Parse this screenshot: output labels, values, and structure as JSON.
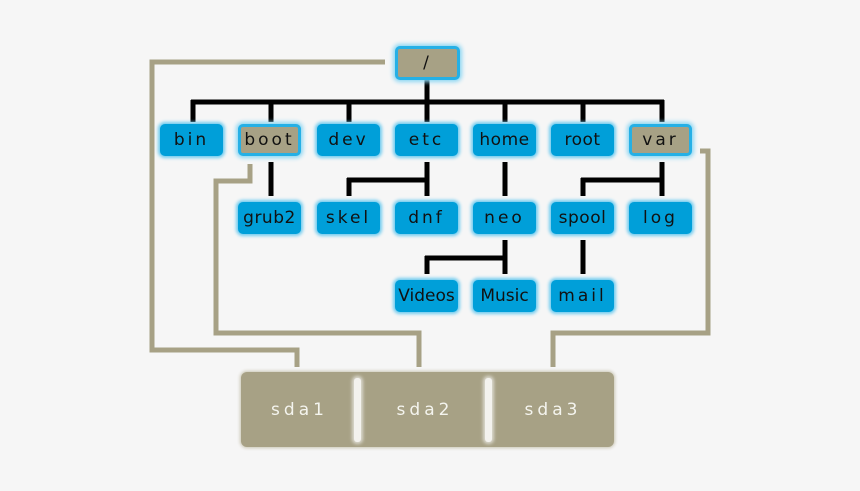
{
  "title": "Linux filesystem hierarchy mapped to disk partitions",
  "colors": {
    "background": "#f6f6f6",
    "directory": "#009fd9",
    "mount_point": "#a7a185",
    "tree_line": "#000000",
    "mount_line": "#a7a185",
    "partition_text": "#f4f4ee"
  },
  "tree": {
    "root": {
      "label": "/",
      "mount": "sda1"
    },
    "level1": [
      {
        "label": "bin"
      },
      {
        "label": "boot",
        "mount": "sda2"
      },
      {
        "label": "dev"
      },
      {
        "label": "etc"
      },
      {
        "label": "home"
      },
      {
        "label": "root"
      },
      {
        "label": "var",
        "mount": "sda3"
      }
    ],
    "level2": [
      {
        "label": "grub2",
        "parent": "boot"
      },
      {
        "label": "skel",
        "parent": "etc"
      },
      {
        "label": "dnf",
        "parent": "etc"
      },
      {
        "label": "neo",
        "parent": "home"
      },
      {
        "label": "spool",
        "parent": "var"
      },
      {
        "label": "log",
        "parent": "var"
      }
    ],
    "level3": [
      {
        "label": "Videos",
        "parent": "neo"
      },
      {
        "label": "Music",
        "parent": "neo"
      },
      {
        "label": "mail",
        "parent": "spool"
      }
    ]
  },
  "partitions": [
    {
      "label": "sda1",
      "mounted_at": "/"
    },
    {
      "label": "sda2",
      "mounted_at": "boot"
    },
    {
      "label": "sda3",
      "mounted_at": "var"
    }
  ]
}
